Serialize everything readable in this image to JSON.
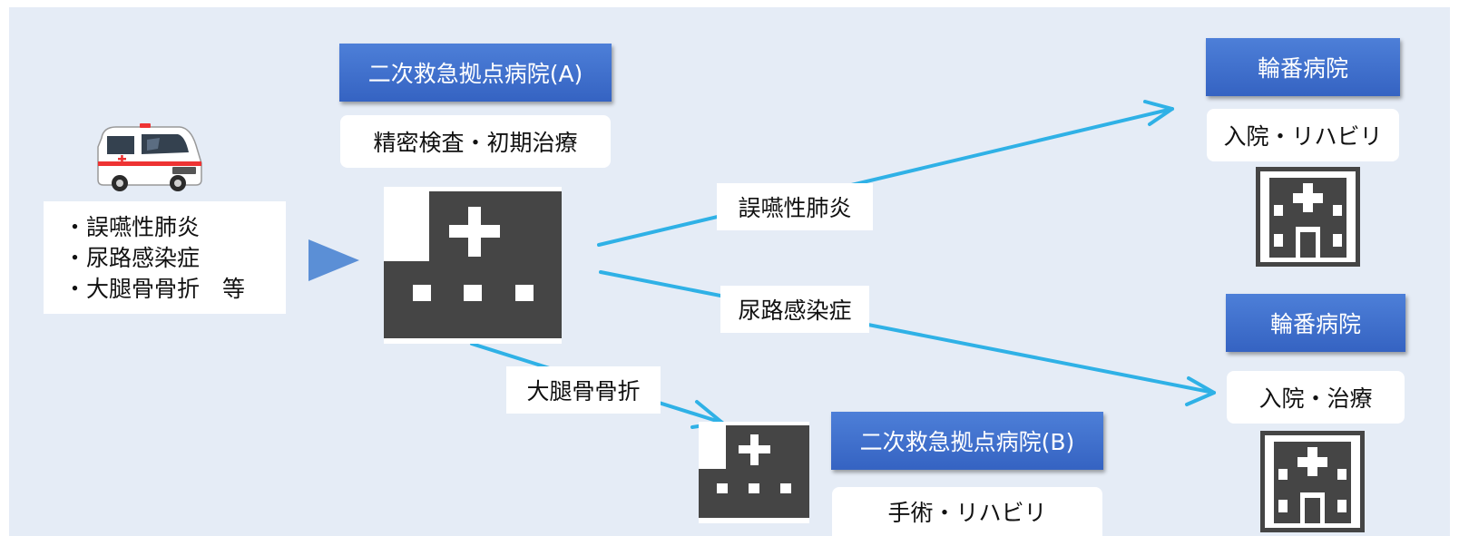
{
  "hospital_a": {
    "title": "二次救急拠点病院(A)",
    "role": "精密検査・初期治療"
  },
  "hospital_b": {
    "title": "二次救急拠点病院(B)",
    "role": "手術・リハビリ"
  },
  "rotation_hospital_1": {
    "title": "輪番病院",
    "role": "入院・リハビリ"
  },
  "rotation_hospital_2": {
    "title": "輪番病院",
    "role": "入院・治療"
  },
  "conditions": [
    "・誤嚥性肺炎",
    "・尿路感染症",
    "・大腿骨骨折　等"
  ],
  "routes": [
    {
      "label": "誤嚥性肺炎"
    },
    {
      "label": "尿路感染症"
    },
    {
      "label": "大腿骨骨折"
    }
  ],
  "colors": {
    "background": "#e5ecf6",
    "header": "#3a67c4",
    "arrow": "#2fb1e6",
    "pointer": "#5b8fd6",
    "icon": "#454545"
  },
  "icons": {
    "ambulance": "ambulance-icon",
    "hospital": "hospital-icon"
  }
}
